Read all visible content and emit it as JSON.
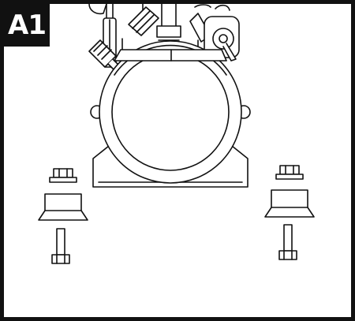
{
  "step": {
    "label": "A1"
  },
  "colors": {
    "ink": "#111111",
    "paper": "#ffffff"
  },
  "parts": [
    {
      "name": "compressor",
      "icon": "compressor-assembly"
    },
    {
      "name": "rubber-grommet-left",
      "icon": "grommet-icon"
    },
    {
      "name": "rubber-grommet-right",
      "icon": "grommet-icon"
    },
    {
      "name": "sleeve-left",
      "icon": "sleeve-icon"
    },
    {
      "name": "sleeve-right",
      "icon": "sleeve-icon"
    },
    {
      "name": "bolt-left",
      "icon": "bolt-icon"
    },
    {
      "name": "bolt-right",
      "icon": "bolt-icon"
    }
  ]
}
